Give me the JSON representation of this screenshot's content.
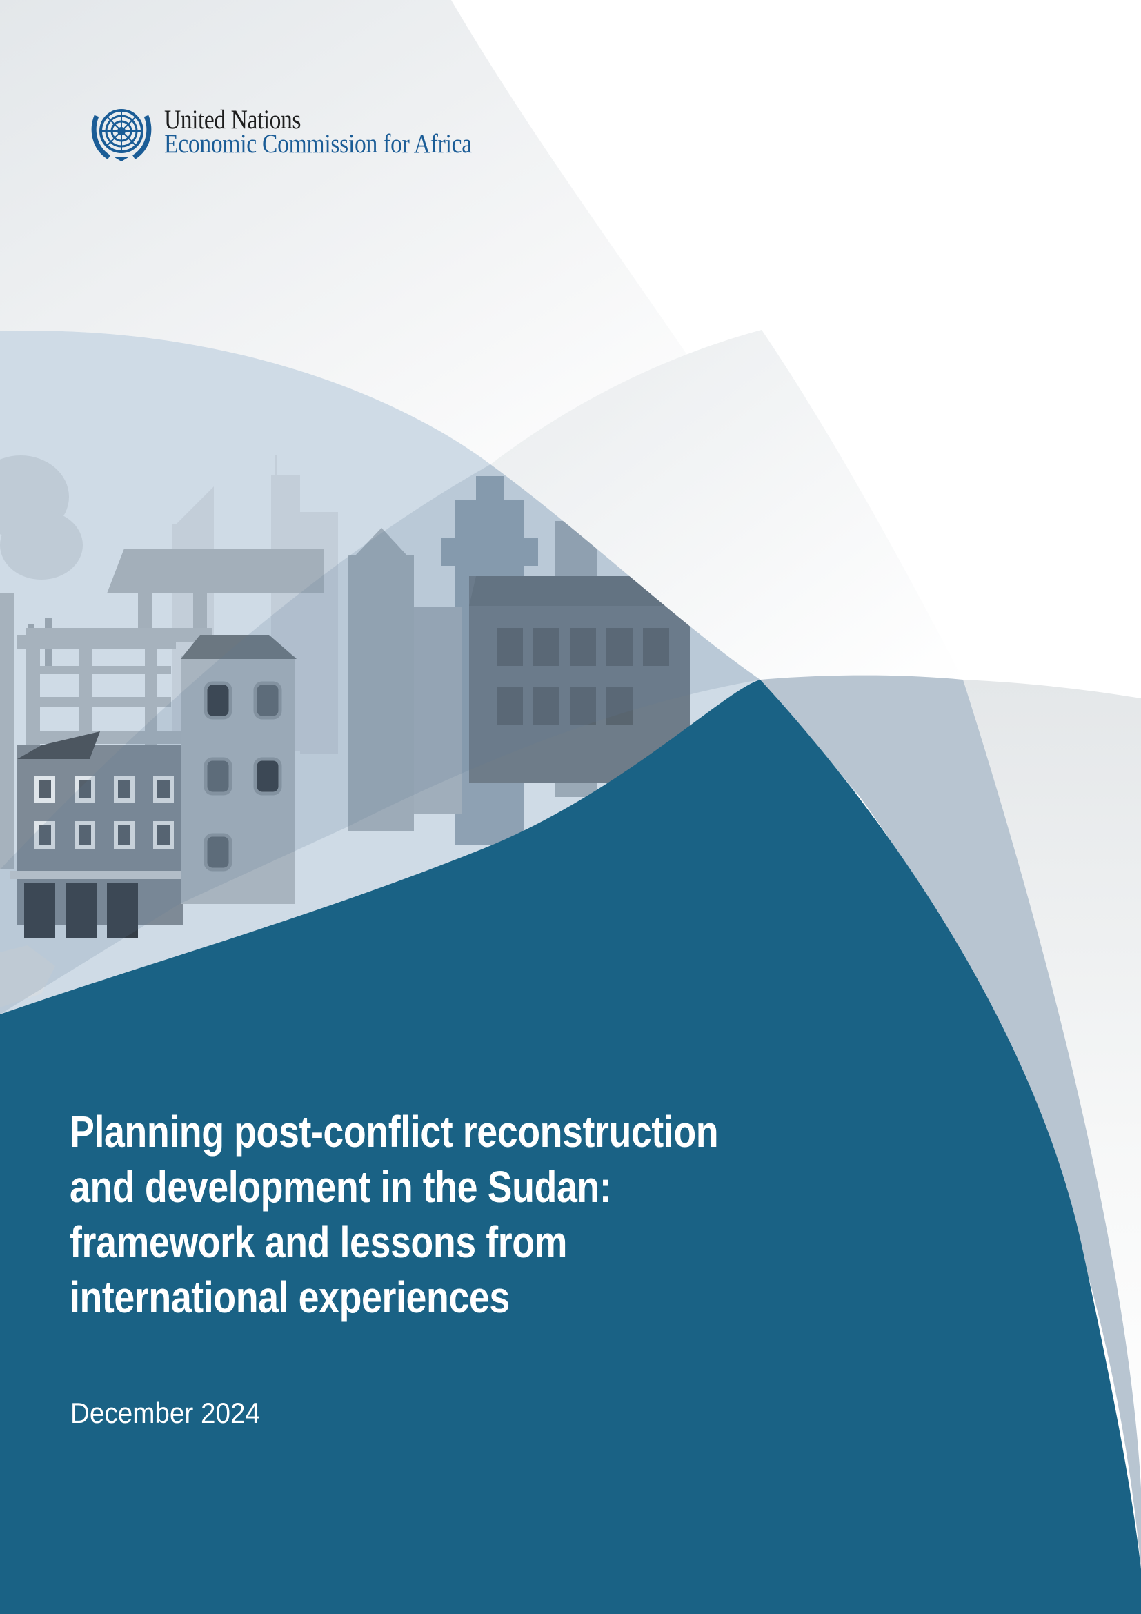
{
  "publisher": {
    "line1": "United Nations",
    "line2": "Economic Commission for Africa",
    "emblem_icon": "un-emblem-icon"
  },
  "cover": {
    "title_lines": [
      "Planning post-conflict reconstruction",
      "and development in the Sudan:",
      "framework and lessons from",
      "international experiences"
    ],
    "date": "December 2024",
    "illustration": "damaged-city-skyline-illustration"
  },
  "colors": {
    "primary_blue": "#1a6285",
    "light_blue_band": "#b8c5d1",
    "pale_blue_arc": "#cfdbe6",
    "light_grey": "#e6e9eb",
    "logo_blue": "#1a5c96",
    "logo_black": "#1e1e1e",
    "text_white": "#ffffff"
  }
}
